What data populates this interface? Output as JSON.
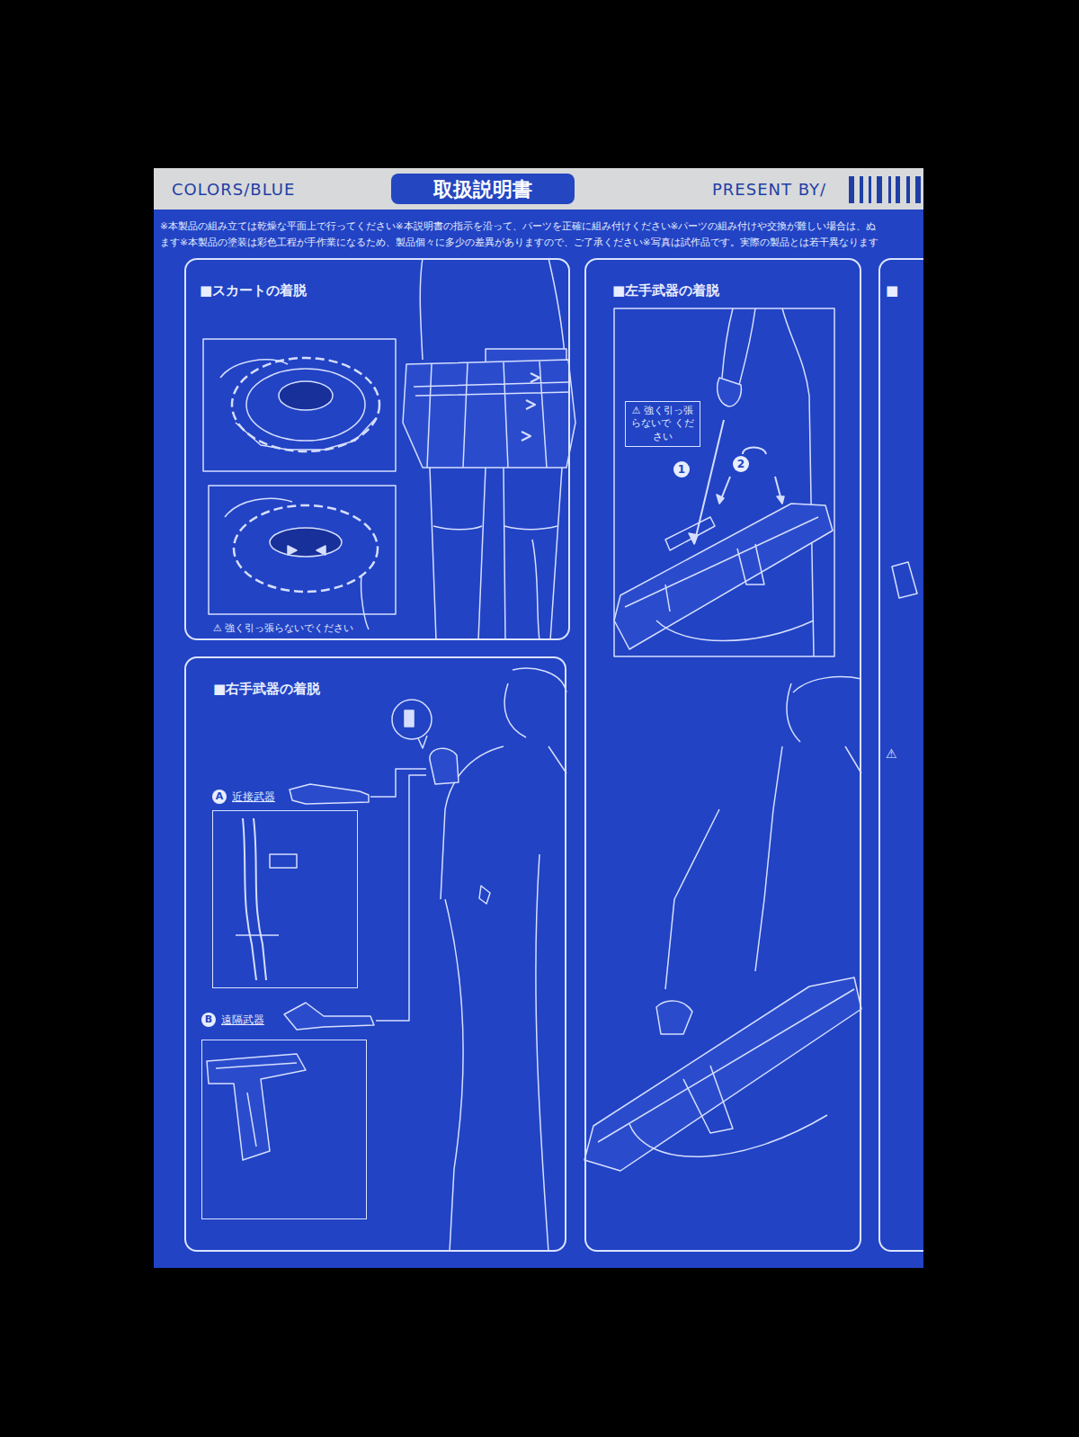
{
  "diagram": {
    "nodes": [
      {
        "text": [
          "COLORS/BLUE",
          "PRESENT BY/"
        ]
      },
      {
        "text": [
          "取扱説明書"
        ],
        "in": 0
      },
      {
        "text": [
          "■スカートの着脱",
          "⚠ 強く引っ張らないでください"
        ]
      },
      {
        "text": [
          "■左手武器の着脱"
        ]
      },
      {
        "text": [
          "⚠ 強く引っ張 らないで ください"
        ],
        "in": 3
      },
      {
        "text": [
          "■右手武器の着脱"
        ]
      },
      {
        "text": [
          "A",
          "近接武器"
        ],
        "in": 5
      },
      {
        "text": [
          "B",
          "遠隔武器"
        ],
        "in": 5
      },
      {
        "text": [
          "■"
        ]
      }
    ],
    "labels": [
      "※本製品の組み立ては乾燥な平面上で行ってください※本説明書の指示を沿って、パーツを正確に組み付けください※パーツの組み付けや交換が難しい場合は、ぬ",
      "ます※本製品の塗装は彩色工程が手作業になるため、製品個々に多少の差異がありますので、ご了承ください※写真は試作品です。実際の製品とは若干異なります",
      "1",
      "2",
      "⚠"
    ]
  }
}
